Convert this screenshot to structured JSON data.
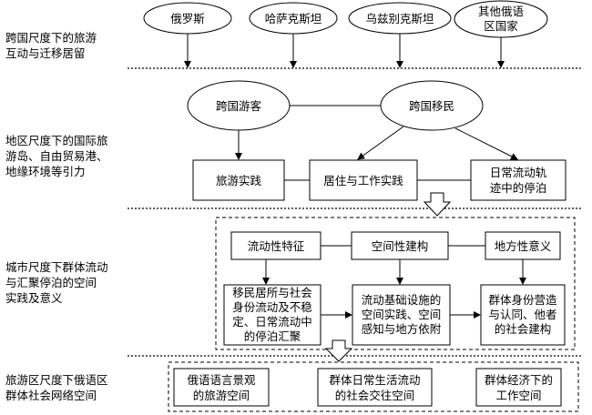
{
  "levels": {
    "transnational": "跨国尺度下的旅游\n互动与迁移居留",
    "regional": "地区尺度下的国际旅\n游岛、自由贸易港、\n地缘环境等引力",
    "city": "城市尺度下群体流动\n与汇聚停泊的空间\n实践及意义",
    "tourism_area": "旅游区尺度下俄语区\n群体社会网络空间"
  },
  "countries": [
    "俄罗斯",
    "哈萨克斯坦",
    "乌兹别克斯坦",
    "其他俄语\n区国家"
  ],
  "groups": {
    "tourists": "跨国游客",
    "migrants": "跨国移民"
  },
  "practices": {
    "tourism": "旅游实践",
    "residence_work": "居住与工作实践",
    "daily_mobility": "日常流动轨\n迹中的停泊"
  },
  "city_headers": {
    "mobility": "流动性特征",
    "spatial": "空间性建构",
    "place": "地方性意义"
  },
  "city_details": {
    "mobility": "移民居所与社会\n身份流动及不稳\n定、日常流动中\n的停泊汇聚",
    "spatial": "流动基础设施的\n空间实践、空间\n感知与地方依附",
    "place": "群体身份营造\n与认同、他者\n的社会建构"
  },
  "network_spaces": {
    "landscape": "俄语语言景观\n的旅游空间",
    "social": "群体日常生活流动\n的社会交往空间",
    "work": "群体经济下的\n工作空间"
  }
}
